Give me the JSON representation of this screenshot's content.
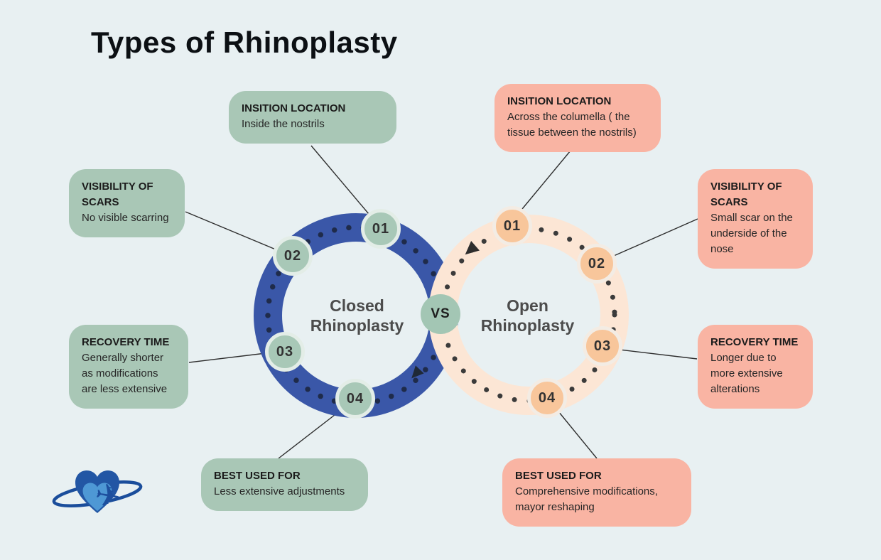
{
  "title": "Types of Rhinoplasty",
  "versus_label": "VS",
  "closed": {
    "name": "Closed Rhinoplasty",
    "items": [
      {
        "number": "01",
        "title": "INSITION LOCATION",
        "desc": "Inside the nostrils"
      },
      {
        "number": "02",
        "title": "VISIBILITY OF SCARS",
        "desc": "No visible scarring"
      },
      {
        "number": "03",
        "title": "RECOVERY TIME",
        "desc": "Generally shorter as modifications are less extensive"
      },
      {
        "number": "04",
        "title": "BEST USED FOR",
        "desc": "Less extensive adjustments"
      }
    ]
  },
  "open": {
    "name": "Open Rhinoplasty",
    "items": [
      {
        "number": "01",
        "title": "INSITION LOCATION",
        "desc": "Across the columella ( the tissue between the nostrils)"
      },
      {
        "number": "02",
        "title": "VISIBILITY OF SCARS",
        "desc": "Small scar on the underside of the nose"
      },
      {
        "number": "03",
        "title": "RECOVERY TIME",
        "desc": "Longer due to more extensive alterations"
      },
      {
        "number": "04",
        "title": "BEST USED FOR",
        "desc": "Comprehensive modifications, mayor reshaping"
      }
    ]
  },
  "colors": {
    "background": "#e8f0f2",
    "closed_card": "#a9c7b6",
    "open_card": "#f9b4a3",
    "closed_ring": "#3a57a8",
    "closed_ring_dots": "#1f2b4a",
    "open_ring": "#fce6d5",
    "open_ring_dots": "#3b3b3b",
    "closed_badge": "#a8c8b7",
    "open_badge": "#f8c69b",
    "vs_circle": "#a3c6b4",
    "logo_dark_blue": "#2256a4",
    "logo_light_blue": "#4e98d5"
  }
}
